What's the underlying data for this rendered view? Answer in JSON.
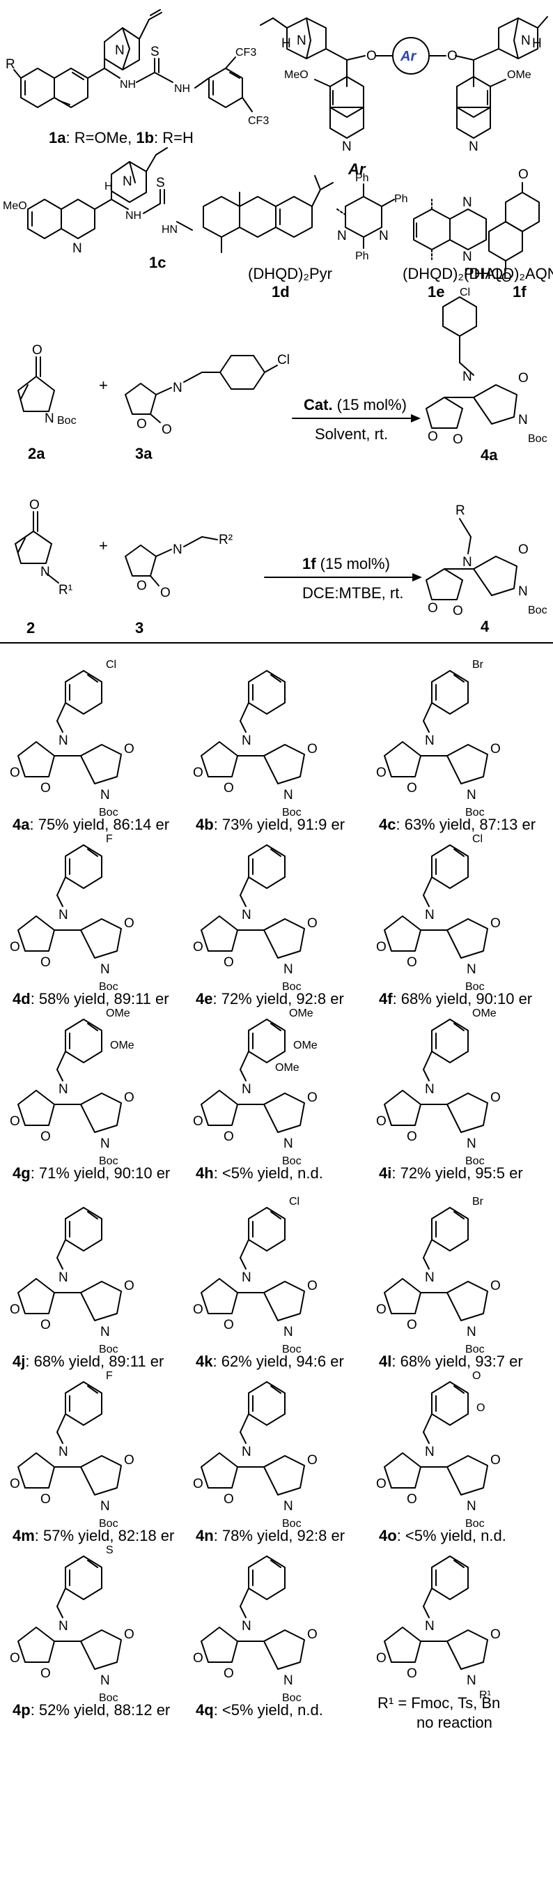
{
  "catalysts": {
    "thiourea": {
      "substituent": "R",
      "group_atoms": [
        "S",
        "NH",
        "NH",
        "CF3",
        "CF3",
        "N"
      ],
      "caption_1a": "1a",
      "caption_1a_desc": ": R=OMe, ",
      "caption_1b": "1b",
      "caption_1b_desc": ": R=H"
    },
    "dimer": {
      "ar_label": "Ar",
      "atoms": [
        "H",
        "H",
        "O",
        "O",
        "N",
        "N",
        "MeO",
        "OMe",
        "N",
        "N"
      ],
      "ar_heading": "Ar"
    },
    "c1c": {
      "atoms": [
        "MeO",
        "N",
        "S",
        "NH",
        "HN",
        "N",
        "H"
      ],
      "caption": "1c"
    },
    "c1d": {
      "atoms": [
        "N",
        "N",
        "Ph",
        "Ph",
        "Ph"
      ],
      "name": "(DHQD)₂Pyr",
      "caption": "1d"
    },
    "c1e": {
      "atoms": [
        "N",
        "N"
      ],
      "name": "(DHQD)₂PHAL",
      "caption": "1e"
    },
    "c1f": {
      "atoms": [
        "O",
        "O"
      ],
      "name": "(DHQD)₂AQN",
      "caption": "1f"
    }
  },
  "scheme1": {
    "reactant_a": {
      "atoms": [
        "O",
        "N",
        "Boc"
      ],
      "caption": "2a"
    },
    "plus": "+",
    "reactant_b": {
      "atoms": [
        "N",
        "O",
        "O",
        "Cl"
      ],
      "caption": "3a"
    },
    "arrow_top_bold": "Cat.",
    "arrow_top_rest": "  (15 mol%)",
    "arrow_bottom": "Solvent, rt.",
    "product": {
      "atoms": [
        "Cl",
        "N",
        "O",
        "O",
        "O",
        "N",
        "Boc"
      ],
      "caption": "4a"
    }
  },
  "scheme2": {
    "reactant_a": {
      "atoms": [
        "O",
        "N",
        "R¹"
      ],
      "caption": "2"
    },
    "plus": "+",
    "reactant_b": {
      "atoms": [
        "N",
        "R²",
        "O",
        "O"
      ],
      "caption": "3"
    },
    "arrow_top_bold": "1f",
    "arrow_top_rest": " (15 mol%)",
    "arrow_bottom": "DCE:MTBE, rt.",
    "product": {
      "atoms": [
        "R",
        "N",
        "O",
        "O",
        "O",
        "N",
        "Boc"
      ],
      "caption": "4"
    }
  },
  "products": [
    {
      "id": "4a",
      "result": ": 75% yield, 86:14 er",
      "subs": [
        "Cl"
      ]
    },
    {
      "id": "4b",
      "result": ": 73% yield, 91:9 er",
      "subs": []
    },
    {
      "id": "4c",
      "result": ": 63% yield, 87:13 er",
      "subs": [
        "Br"
      ]
    },
    {
      "id": "4d",
      "result": ": 58% yield, 89:11 er",
      "subs": [
        "F"
      ]
    },
    {
      "id": "4e",
      "result": ": 72% yield, 92:8 er",
      "subs": []
    },
    {
      "id": "4f",
      "result": ": 68% yield, 90:10 er",
      "subs": [
        "Cl"
      ]
    },
    {
      "id": "4g",
      "result": ": 71% yield, 90:10 er",
      "subs": [
        "OMe",
        "OMe"
      ]
    },
    {
      "id": "4h",
      "result": ": <5% yield, n.d.",
      "subs": [
        "OMe",
        "OMe",
        "OMe"
      ]
    },
    {
      "id": "4i",
      "result": ": 72% yield, 95:5 er",
      "subs": [
        "OMe"
      ]
    },
    {
      "id": "4j",
      "result": ": 68% yield, 89:11 er",
      "subs": []
    },
    {
      "id": "4k",
      "result": ": 62% yield, 94:6 er",
      "subs": [
        "Cl"
      ]
    },
    {
      "id": "4l",
      "result": ": 68% yield, 93:7 er",
      "subs": [
        "Br"
      ]
    },
    {
      "id": "4m",
      "result": ": 57% yield, 82:18 er",
      "subs": [
        "F"
      ]
    },
    {
      "id": "4n",
      "result": ": 78% yield, 92:8 er",
      "subs": []
    },
    {
      "id": "4o",
      "result": ": <5% yield, n.d.",
      "subs": [
        "O",
        "O"
      ]
    },
    {
      "id": "4p",
      "result": ": 52% yield, 88:12 er",
      "subs": [
        "S"
      ]
    },
    {
      "id": "4q",
      "result": ": <5% yield, n.d.",
      "subs": []
    },
    {
      "id": "",
      "result": "",
      "subs": [],
      "r1_label": "R¹ = Fmoc, Ts, Bn",
      "note": "no reaction",
      "r1_atom": "R¹"
    }
  ],
  "core_atoms": {
    "imine_n": "N",
    "lactone_o": "O",
    "carbonyl_o": "O",
    "lactam_o": "O",
    "lactam_n": "N",
    "boc": "Boc"
  }
}
